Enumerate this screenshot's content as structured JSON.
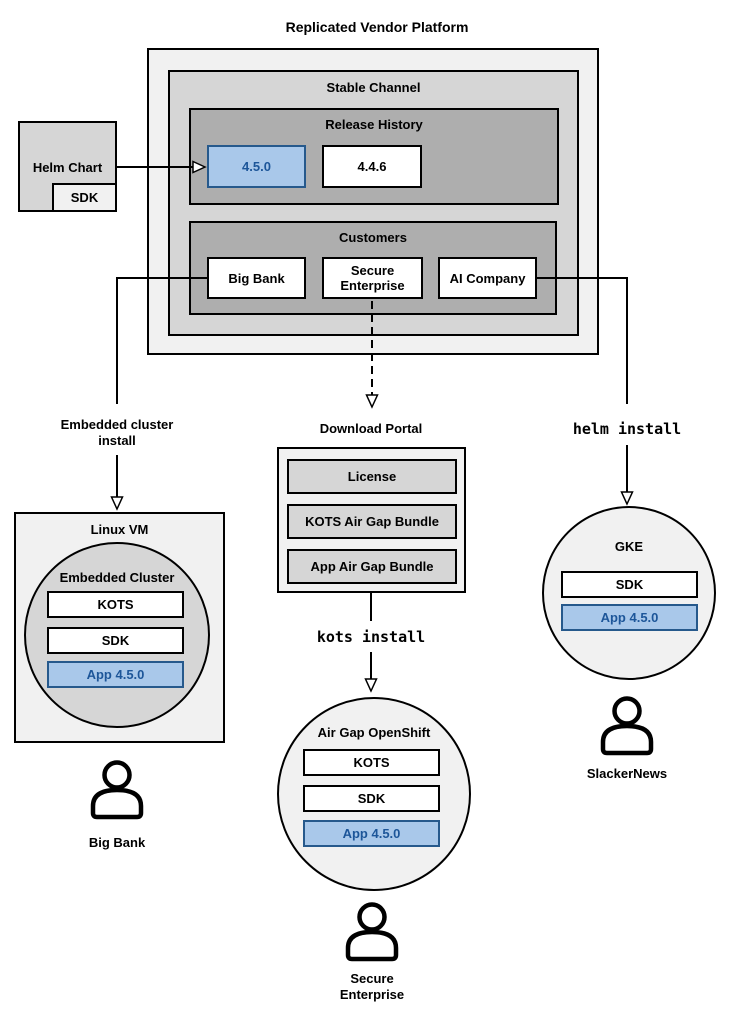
{
  "colors": {
    "highlight_fill": "#a9c8ea",
    "highlight_border": "#26598c",
    "highlight_text": "#1d5699"
  },
  "title": "Replicated Vendor Platform",
  "stable_channel": {
    "label": "Stable Channel",
    "release_history": {
      "label": "Release History",
      "releases": [
        {
          "version": "4.5.0",
          "highlighted": true
        },
        {
          "version": "4.4.6",
          "highlighted": false
        }
      ]
    },
    "customers": {
      "label": "Customers",
      "items": [
        {
          "name": "Big Bank"
        },
        {
          "name": "Secure\nEnterprise"
        },
        {
          "name": "AI Company"
        }
      ]
    }
  },
  "helm_chart": {
    "label": "Helm Chart",
    "sdk_label": "SDK"
  },
  "flows": {
    "embedded": {
      "arrow_label": "Embedded cluster\ninstall"
    },
    "airgap": {
      "download_portal": {
        "title": "Download Portal",
        "items": [
          "License",
          "KOTS Air Gap Bundle",
          "App Air Gap Bundle"
        ]
      },
      "arrow_label": "kots install"
    },
    "helm": {
      "arrow_label": "helm install"
    }
  },
  "linux_vm": {
    "title": "Linux VM",
    "embedded_cluster": {
      "label": "Embedded Cluster",
      "components": [
        "KOTS",
        "SDK"
      ],
      "app": "App 4.5.0"
    },
    "user_label": "Big Bank"
  },
  "openshift": {
    "title": "Air Gap OpenShift",
    "components": [
      "KOTS",
      "SDK"
    ],
    "app": "App 4.5.0",
    "user_label": "Secure\nEnterprise"
  },
  "gke": {
    "title": "GKE",
    "components": [
      "SDK"
    ],
    "app": "App 4.5.0",
    "user_label": "SlackerNews"
  }
}
